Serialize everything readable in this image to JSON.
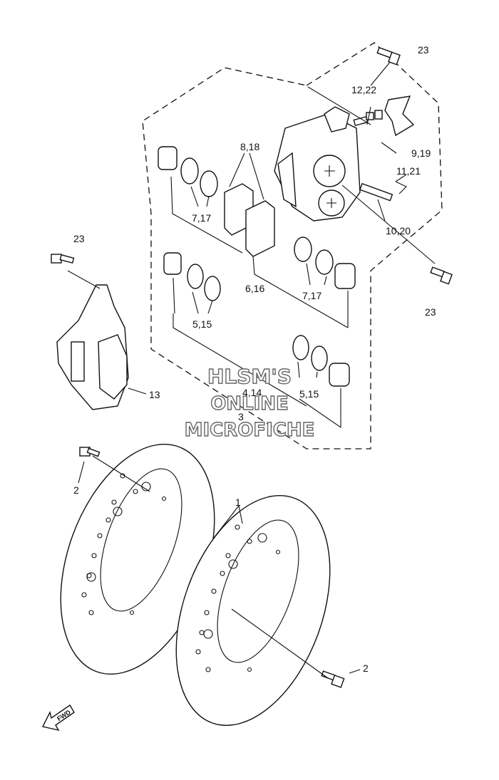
{
  "callouts": {
    "c1": "1",
    "c2a": "2",
    "c2b": "2",
    "c3": "3",
    "c4_14": "4,14",
    "c5_15a": "5,15",
    "c5_15b": "5,15",
    "c6_16": "6,16",
    "c7_17a": "7,17",
    "c7_17b": "7,17",
    "c8_18": "8,18",
    "c9_19": "9,19",
    "c10_20": "10,20",
    "c11_21": "11,21",
    "c12_22": "12,22",
    "c13": "13",
    "c23a": "23",
    "c23b": "23",
    "c23c": "23"
  },
  "watermark": {
    "line1": "HLSM'S",
    "line2": "ONLINE",
    "line3": "MICROFICHE"
  },
  "direction_badge": "FWD"
}
